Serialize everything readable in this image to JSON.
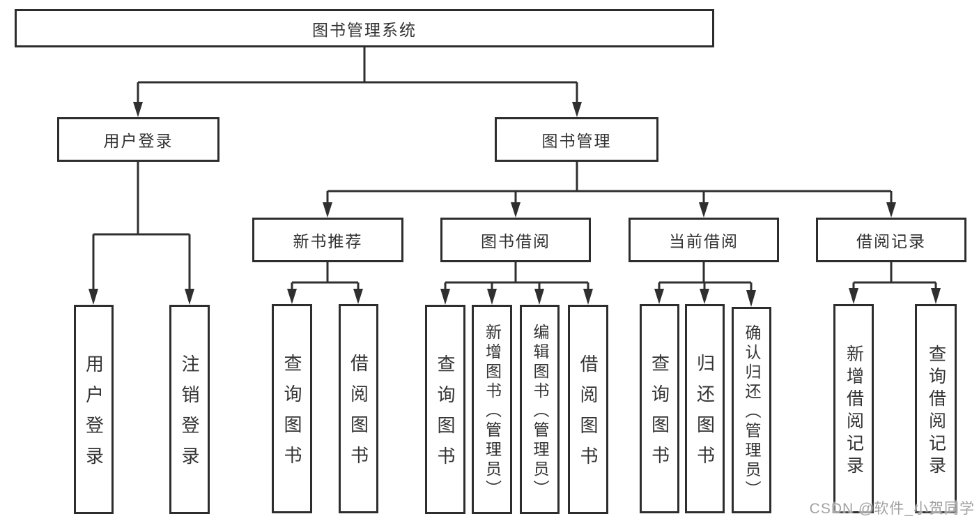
{
  "tree": {
    "label": "图书管理系统",
    "children": [
      {
        "label": "用户登录",
        "children": [
          {
            "label": "用户登录"
          },
          {
            "label": "注销登录"
          }
        ]
      },
      {
        "label": "图书管理",
        "children": [
          {
            "label": "新书推荐",
            "children": [
              {
                "label": "查询图书"
              },
              {
                "label": "借阅图书"
              }
            ]
          },
          {
            "label": "图书借阅",
            "children": [
              {
                "label": "查询图书"
              },
              {
                "label": "新增图书（管理员）"
              },
              {
                "label": "编辑图书（管理员）"
              },
              {
                "label": "借阅图书"
              }
            ]
          },
          {
            "label": "当前借阅",
            "children": [
              {
                "label": "查询图书"
              },
              {
                "label": "归还图书"
              },
              {
                "label": "确认归还（管理员）"
              }
            ]
          },
          {
            "label": "借阅记录",
            "children": [
              {
                "label": "新增借阅记录"
              },
              {
                "label": "查询借阅记录"
              }
            ]
          }
        ]
      }
    ]
  },
  "watermark": {
    "text": "CSDN @软件_小贺同学",
    "color": "#a2a2a2"
  },
  "colors": {
    "line": "#2f2f2f",
    "box_border": "#2d2d2d",
    "text": "#333333",
    "background": "#ffffff"
  }
}
